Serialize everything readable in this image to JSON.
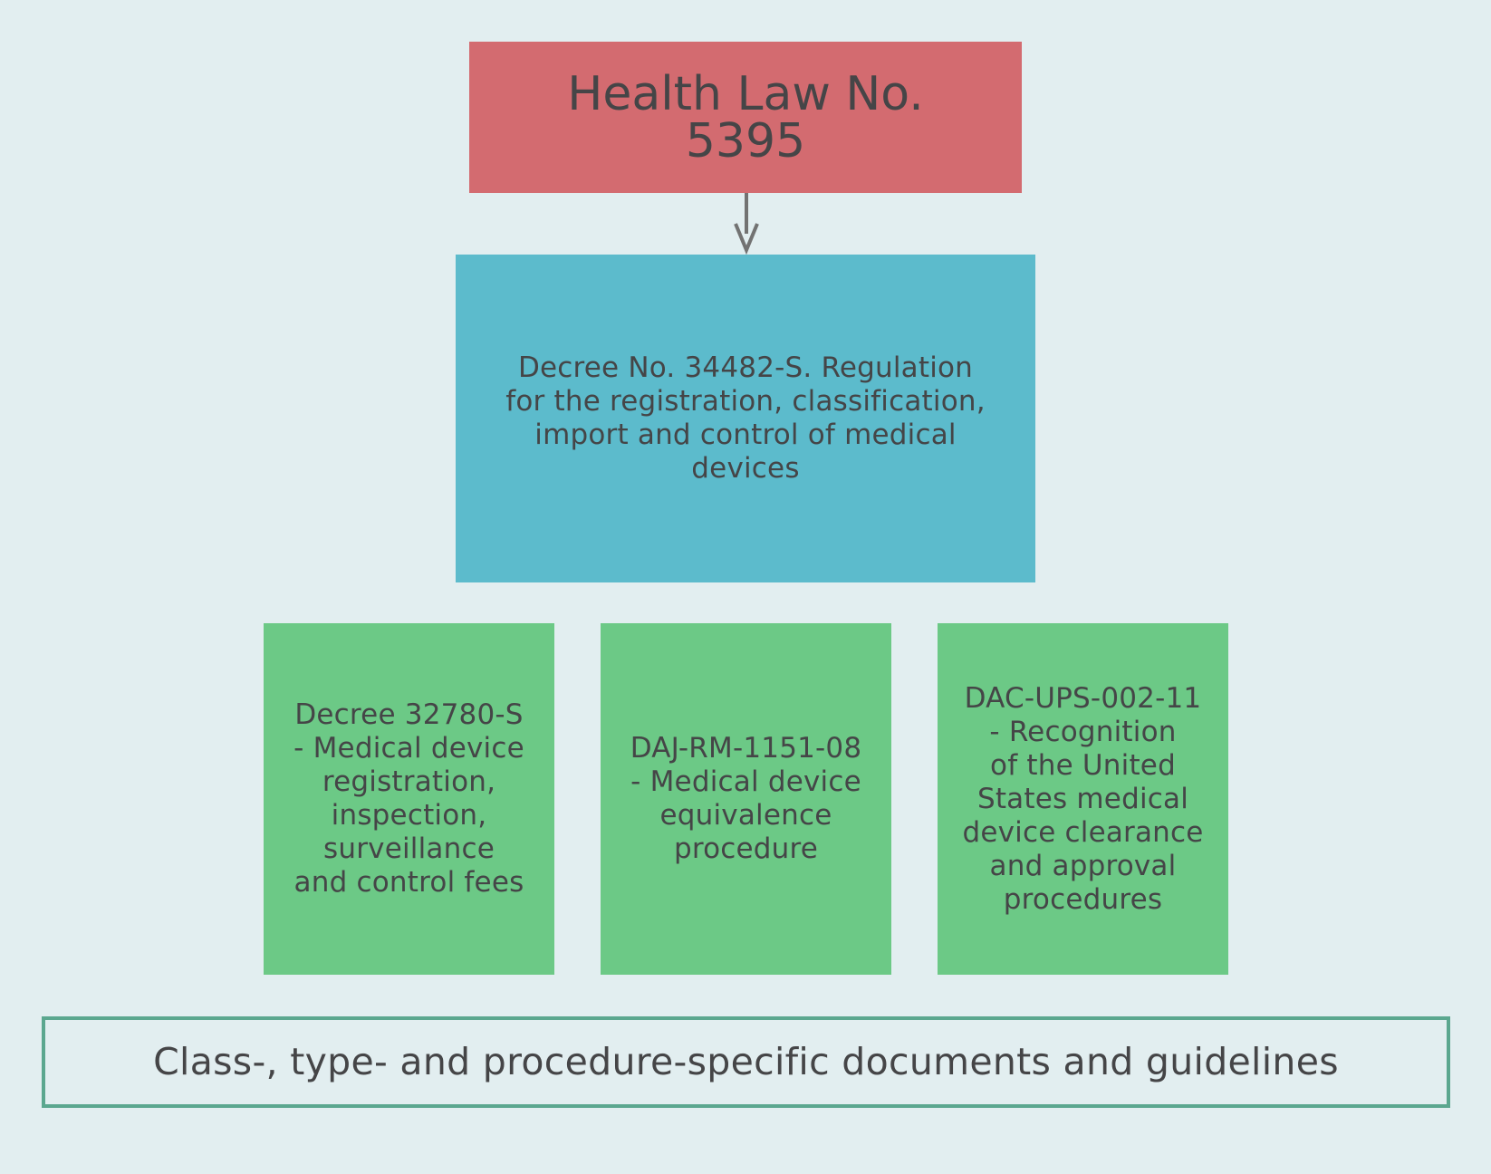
{
  "diagram": {
    "top": {
      "label": "Health Law No.\n5395",
      "color": "#d36b70"
    },
    "middle": {
      "label": "Decree No. 34482-S. Regulation\nfor the registration, classification,\nimport and control of medical\ndevices",
      "color": "#5cbbcc"
    },
    "leaves": [
      {
        "label": "Decree 32780-S\n- Medical device\nregistration,\ninspection,\nsurveillance\nand control fees"
      },
      {
        "label": "DAJ-RM-1151-08\n- Medical device\nequivalence\nprocedure"
      },
      {
        "label": "DAC-UPS-002-11\n- Recognition\nof the United\nStates medical\ndevice clearance\nand approval\nprocedures"
      }
    ],
    "leaf_color": "#6cc986",
    "bottom": {
      "label": "Class-, type- and procedure-specific documents and guidelines",
      "border_color": "#5ba78f"
    },
    "connector_color": "#727272",
    "background": "#e2eef0"
  }
}
